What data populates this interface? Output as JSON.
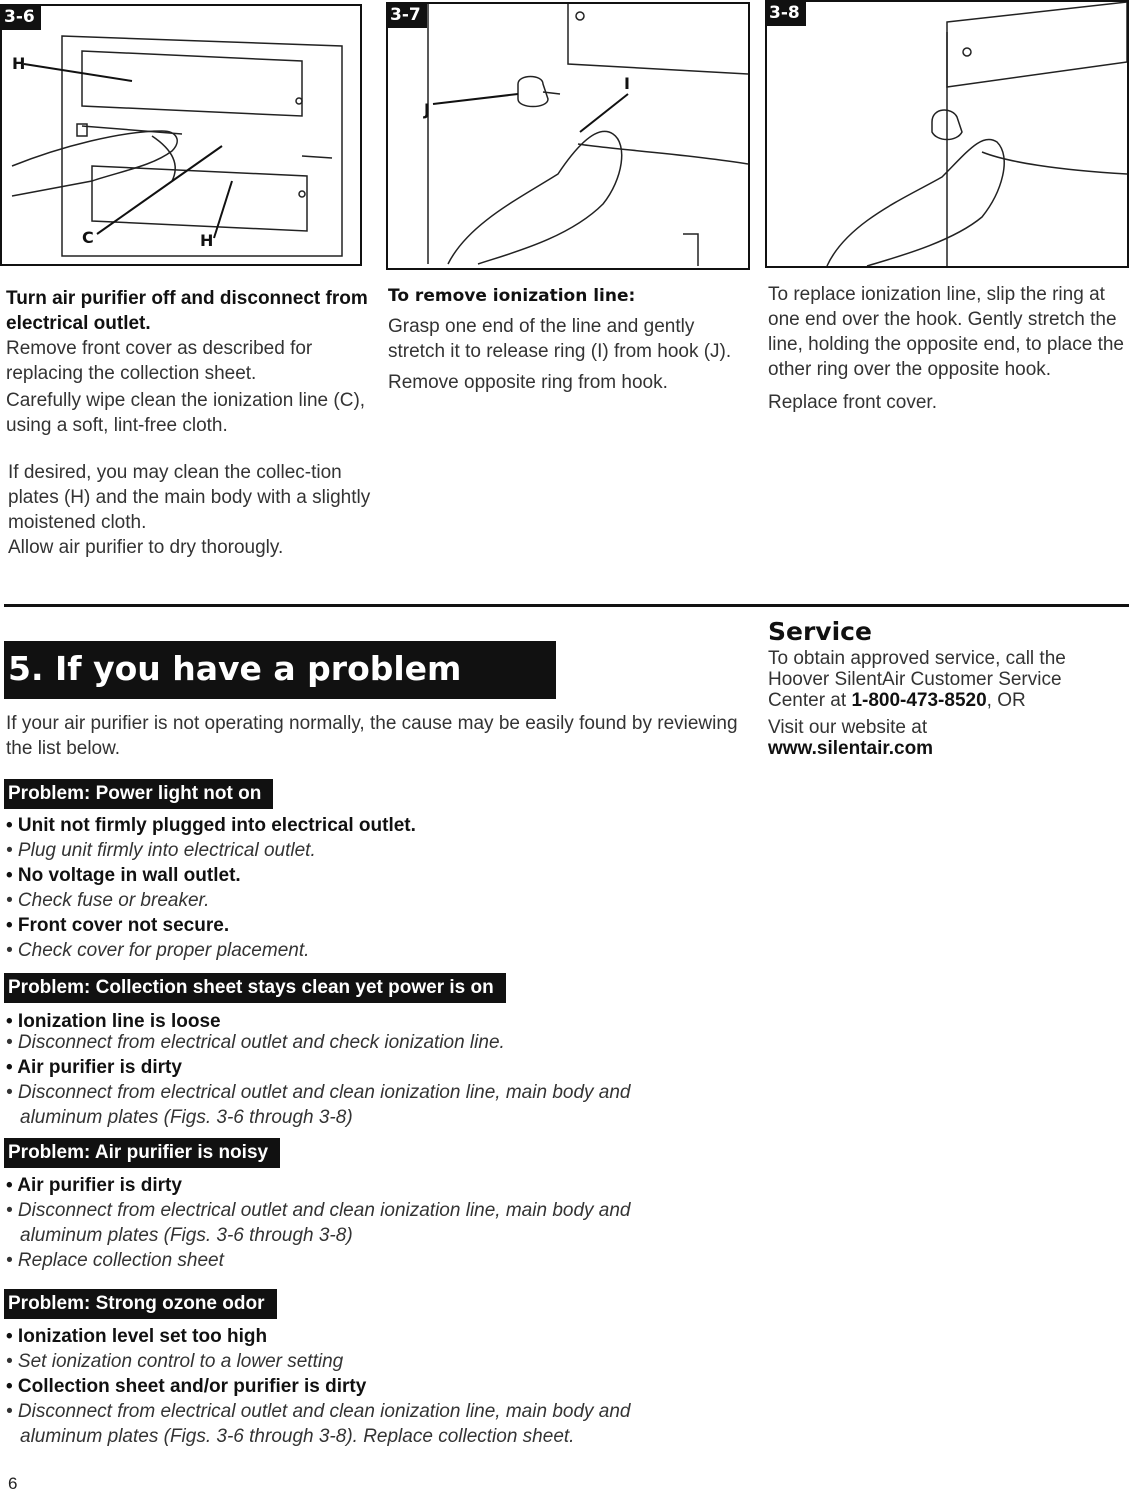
{
  "figures": {
    "fig36": {
      "tag": "3-6",
      "labels": [
        "H",
        "C",
        "H"
      ]
    },
    "fig37": {
      "tag": "3-7",
      "labels": [
        "J",
        "I"
      ]
    },
    "fig38": {
      "tag": "3-8"
    }
  },
  "col1": {
    "heading": "Turn air purifier off and disconnect from electrical outlet.",
    "p1": "Remove front cover as described for replacing the collection sheet.",
    "p2": "Carefully wipe clean the ionization line (C), using a soft, lint-free cloth.",
    "p3": "If desired, you may clean the collec-tion plates (H) and the main body with a slightly moistened cloth.",
    "p4": "Allow air purifier to dry thorougly."
  },
  "col2": {
    "heading": "To remove ionization line:",
    "p1": "Grasp one end of the line and gently stretch it to release ring (I) from hook (J).",
    "p2": "Remove opposite ring from hook."
  },
  "col3": {
    "p1": "To replace ionization line, slip the ring at one end over the hook. Gently stretch the line, holding the opposite end, to place the other ring over the opposite hook.",
    "p2": "Replace front cover."
  },
  "section": {
    "title": "5. If you have a problem",
    "intro": "If your air purifier is not operating normally, the cause may be easily found by reviewing the list below."
  },
  "problems": [
    {
      "title": "Problem: Power light not on",
      "items": [
        {
          "kind": "cause",
          "lines": [
            "• Unit not firmly plugged into electrical outlet."
          ]
        },
        {
          "kind": "fix",
          "lines": [
            "• Plug unit firmly into electrical outlet."
          ]
        },
        {
          "kind": "cause",
          "lines": [
            "• No voltage in wall outlet."
          ]
        },
        {
          "kind": "fix",
          "lines": [
            "• Check fuse or breaker."
          ]
        },
        {
          "kind": "cause",
          "lines": [
            "• Front cover not secure."
          ]
        },
        {
          "kind": "fix",
          "lines": [
            "• Check cover for proper placement."
          ]
        }
      ]
    },
    {
      "title": "Problem: Collection sheet stays clean yet power is on",
      "items": [
        {
          "kind": "cause",
          "lines": [
            "• Ionization line is loose"
          ]
        },
        {
          "kind": "fix",
          "lines": [
            "• Disconnect from electrical outlet and check ionization line."
          ]
        },
        {
          "kind": "cause",
          "lines": [
            "• Air purifier is dirty"
          ]
        },
        {
          "kind": "fix",
          "lines": [
            "• Disconnect from electrical outlet and clean ionization line, main body and",
            "aluminum plates (Figs. 3-6 through 3-8)"
          ]
        }
      ]
    },
    {
      "title": "Problem: Air purifier is noisy",
      "items": [
        {
          "kind": "cause",
          "lines": [
            "• Air purifier is dirty"
          ]
        },
        {
          "kind": "fix",
          "lines": [
            "• Disconnect from electrical outlet and clean ionization line, main body and",
            "aluminum plates (Figs. 3-6 through 3-8)"
          ]
        },
        {
          "kind": "fix",
          "lines": [
            "• Replace collection sheet"
          ]
        }
      ]
    },
    {
      "title": "Problem: Strong ozone odor",
      "items": [
        {
          "kind": "cause",
          "lines": [
            "• Ionization level set too high"
          ]
        },
        {
          "kind": "fix",
          "lines": [
            "• Set ionization control to a lower setting"
          ]
        },
        {
          "kind": "cause",
          "lines": [
            "• Collection sheet and/or purifier is dirty"
          ]
        },
        {
          "kind": "fix",
          "lines": [
            "• Disconnect from electrical outlet and clean ionization line, main body and",
            "aluminum plates (Figs. 3-6 through 3-8). Replace collection sheet."
          ]
        }
      ]
    }
  ],
  "service": {
    "heading": "Service",
    "line1": "To obtain approved service, call the",
    "line2": "Hoover SilentAir Customer Service",
    "line3_pre": "Center at ",
    "phone": "1-800-473-8520",
    "line3_post": ", OR",
    "visit": "Visit our website at",
    "url": "www.silentair.com"
  },
  "page_number": "6"
}
